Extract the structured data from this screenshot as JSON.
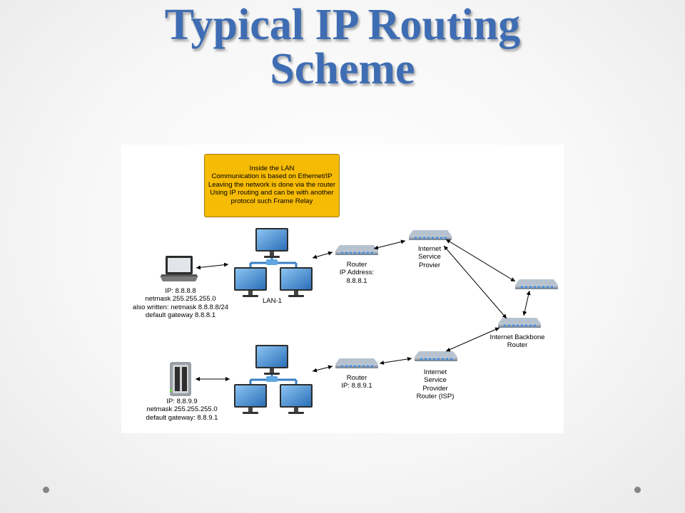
{
  "slide": {
    "title_line1": "Typical IP Routing",
    "title_line2": "Scheme"
  },
  "diagram": {
    "note": [
      "Inside the LAN",
      "Communication is based on Ethernet/IP",
      "Leaving the network is done via the router",
      "Using IP routing and can be with another",
      "protocol such Frame Relay"
    ],
    "laptop_info": [
      "IP: 8.8.8.8",
      "netmask 255.255.255.0",
      "also written: netmask 8.8.8.8/24",
      "default gateway 8.8.8.1"
    ],
    "lan_label": "LAN-1",
    "router1_label": [
      "Router",
      "IP Address:",
      "8.8.8.1"
    ],
    "isp1_label": [
      "Internet",
      "Service",
      "Provier"
    ],
    "backbone_label": [
      "Internet Backbone",
      "Router"
    ],
    "server_info": [
      "IP: 8.8.9.9",
      "netmask 255.255.255.0",
      "default gateway: 8.8.9.1"
    ],
    "router2_label": [
      "Router",
      "IP: 8.8.9.1"
    ],
    "isp2_label": [
      "Internet",
      "Service",
      "Provider",
      "Router (ISP)"
    ]
  },
  "colors": {
    "title": "#3f6db3",
    "note_fill": "#f6bb05",
    "monitor_screen": "#3a7fc4",
    "router_body": "#7f8fa0"
  },
  "icons": [
    "laptop-icon",
    "server-icon",
    "monitor-icon",
    "router-icon",
    "switch-icon"
  ]
}
